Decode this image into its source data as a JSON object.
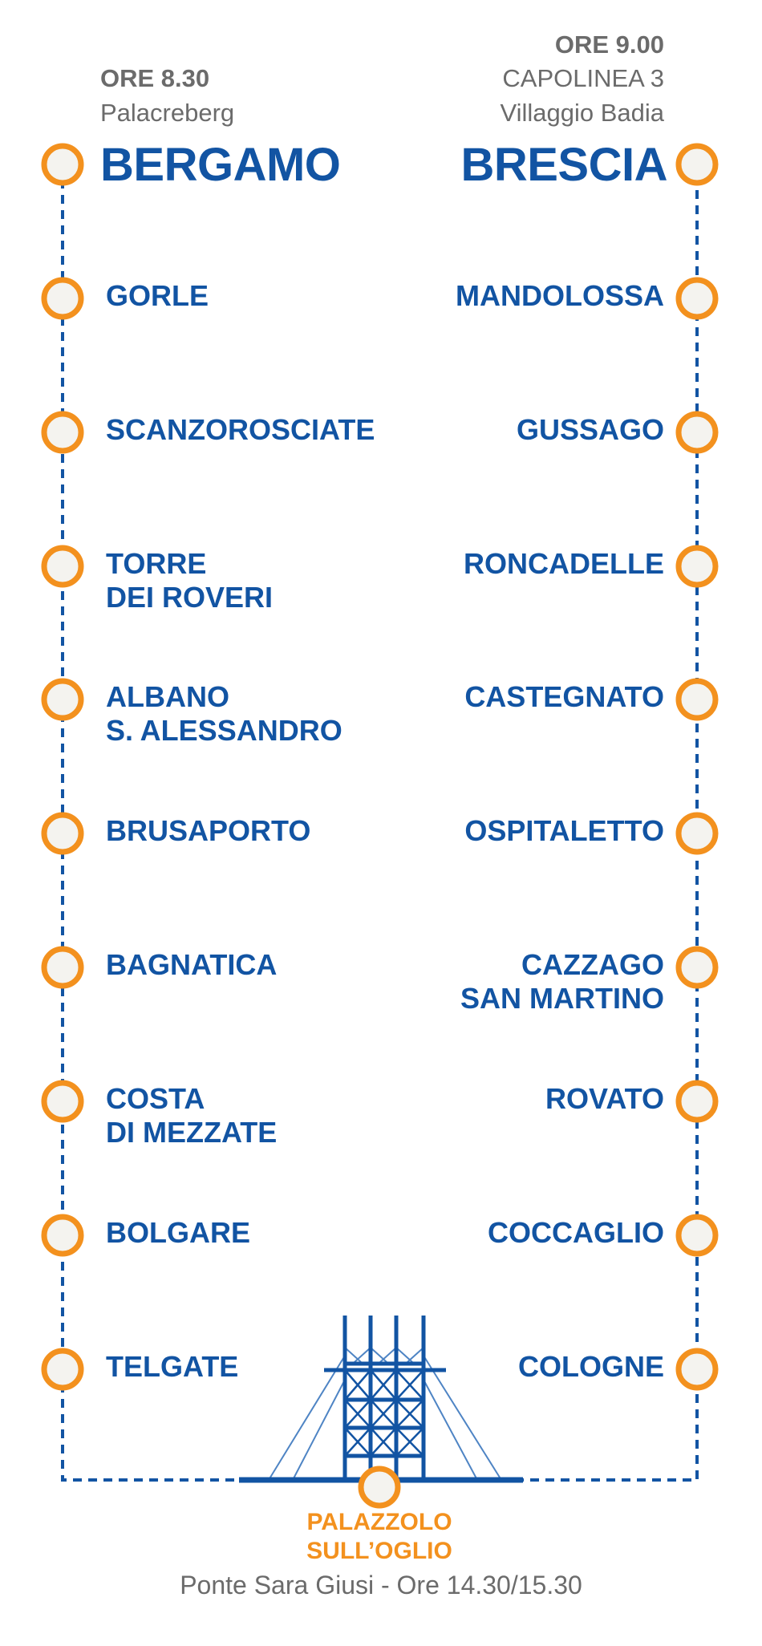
{
  "left_route": {
    "time": "ORE 8.30",
    "place": "Palacreberg",
    "city": "BERGAMO",
    "stops": [
      "GORLE",
      "SCANZOROSCIATE",
      "TORRE\nDEI ROVERI",
      "ALBANO\nS. ALESSANDRO",
      "BRUSAPORTO",
      "BAGNATICA",
      "COSTA\nDI MEZZATE",
      "BOLGARE",
      "TELGATE"
    ]
  },
  "right_route": {
    "time": "ORE 9.00",
    "place_line1": "CAPOLINEA 3",
    "place_line2": "Villaggio Badia",
    "city": "BRESCIA",
    "stops": [
      "MANDOLOSSA",
      "GUSSAGO",
      "RONCADELLE",
      "CASTEGNATO",
      "OSPITALETTO",
      "CAZZAGO\nSAN MARTINO",
      "ROVATO",
      "COCCAGLIO",
      "COLOGNE"
    ]
  },
  "destination": {
    "name": "PALAZZOLO\nSULL’OGLIO",
    "info": "Ponte Sara Giusi - Ore 14.30/15.30"
  },
  "colors": {
    "line_blue": "#1254a3",
    "stop_orange": "#f3911e",
    "stop_fill": "#f4f3ef",
    "grey_text": "#6b6b6b"
  },
  "icons": {
    "stop_marker": "orange-ring-circle",
    "bridge": "cable-stayed-bridge-icon"
  }
}
